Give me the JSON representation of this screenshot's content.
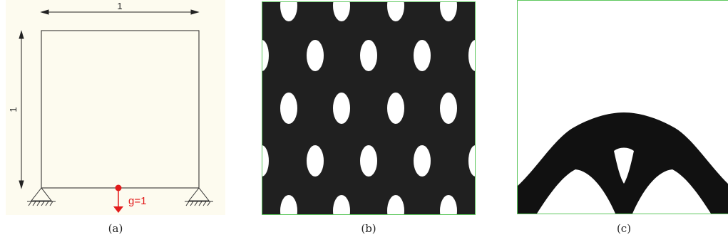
{
  "panel_a": {
    "width_label": "1",
    "height_label": "1",
    "load_label": "g=1",
    "colors": {
      "background": "#fdfbef",
      "load": "#e21b1b",
      "line": "#222222"
    }
  },
  "panel_b": {
    "colors": {
      "solid": "#202020",
      "border": "#5ec85e"
    }
  },
  "panel_c": {
    "colors": {
      "solid": "#111111",
      "border": "#5ec85e"
    }
  },
  "captions": {
    "a": "(a)",
    "b": "(b)",
    "c": "(c)"
  }
}
